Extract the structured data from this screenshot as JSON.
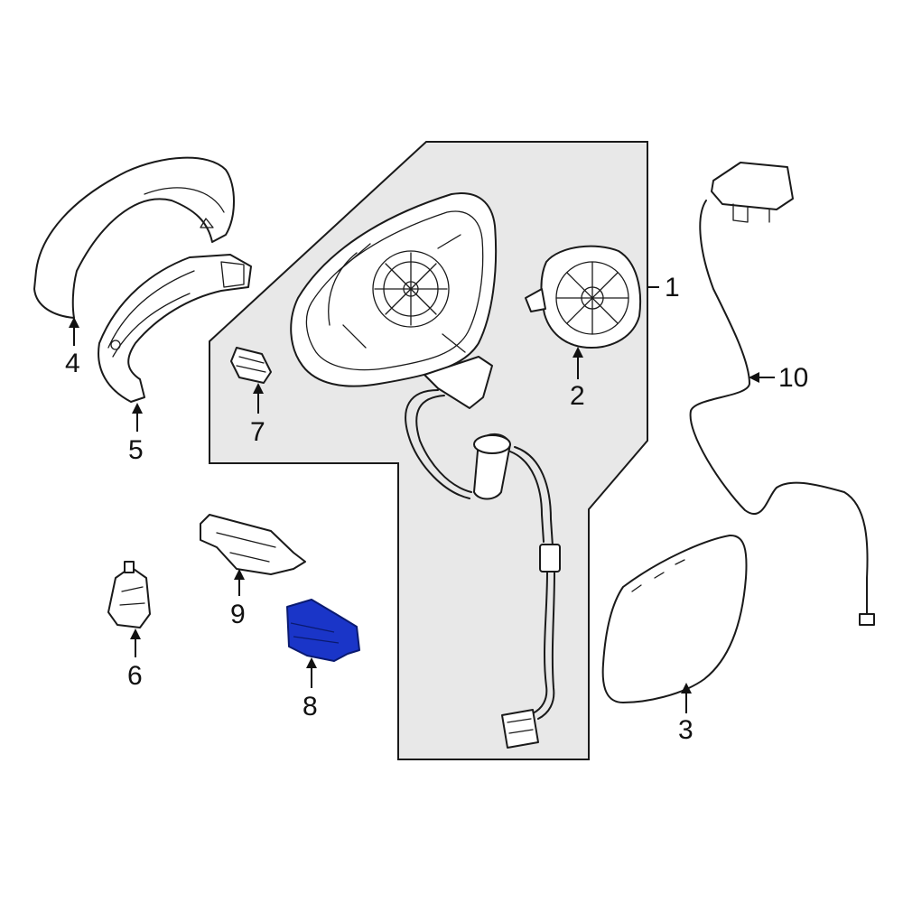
{
  "colors": {
    "background": "#ffffff",
    "assembly_box_fill": "#e8e8e8",
    "line": "#1a1a1a",
    "highlight_part": "#1a35c8"
  },
  "callouts": [
    {
      "id": "1",
      "label": "1"
    },
    {
      "id": "2",
      "label": "2"
    },
    {
      "id": "3",
      "label": "3"
    },
    {
      "id": "4",
      "label": "4"
    },
    {
      "id": "5",
      "label": "5"
    },
    {
      "id": "6",
      "label": "6"
    },
    {
      "id": "7",
      "label": "7"
    },
    {
      "id": "8",
      "label": "8"
    },
    {
      "id": "9",
      "label": "9"
    },
    {
      "id": "10",
      "label": "10"
    }
  ],
  "highlighted_callout": "8"
}
